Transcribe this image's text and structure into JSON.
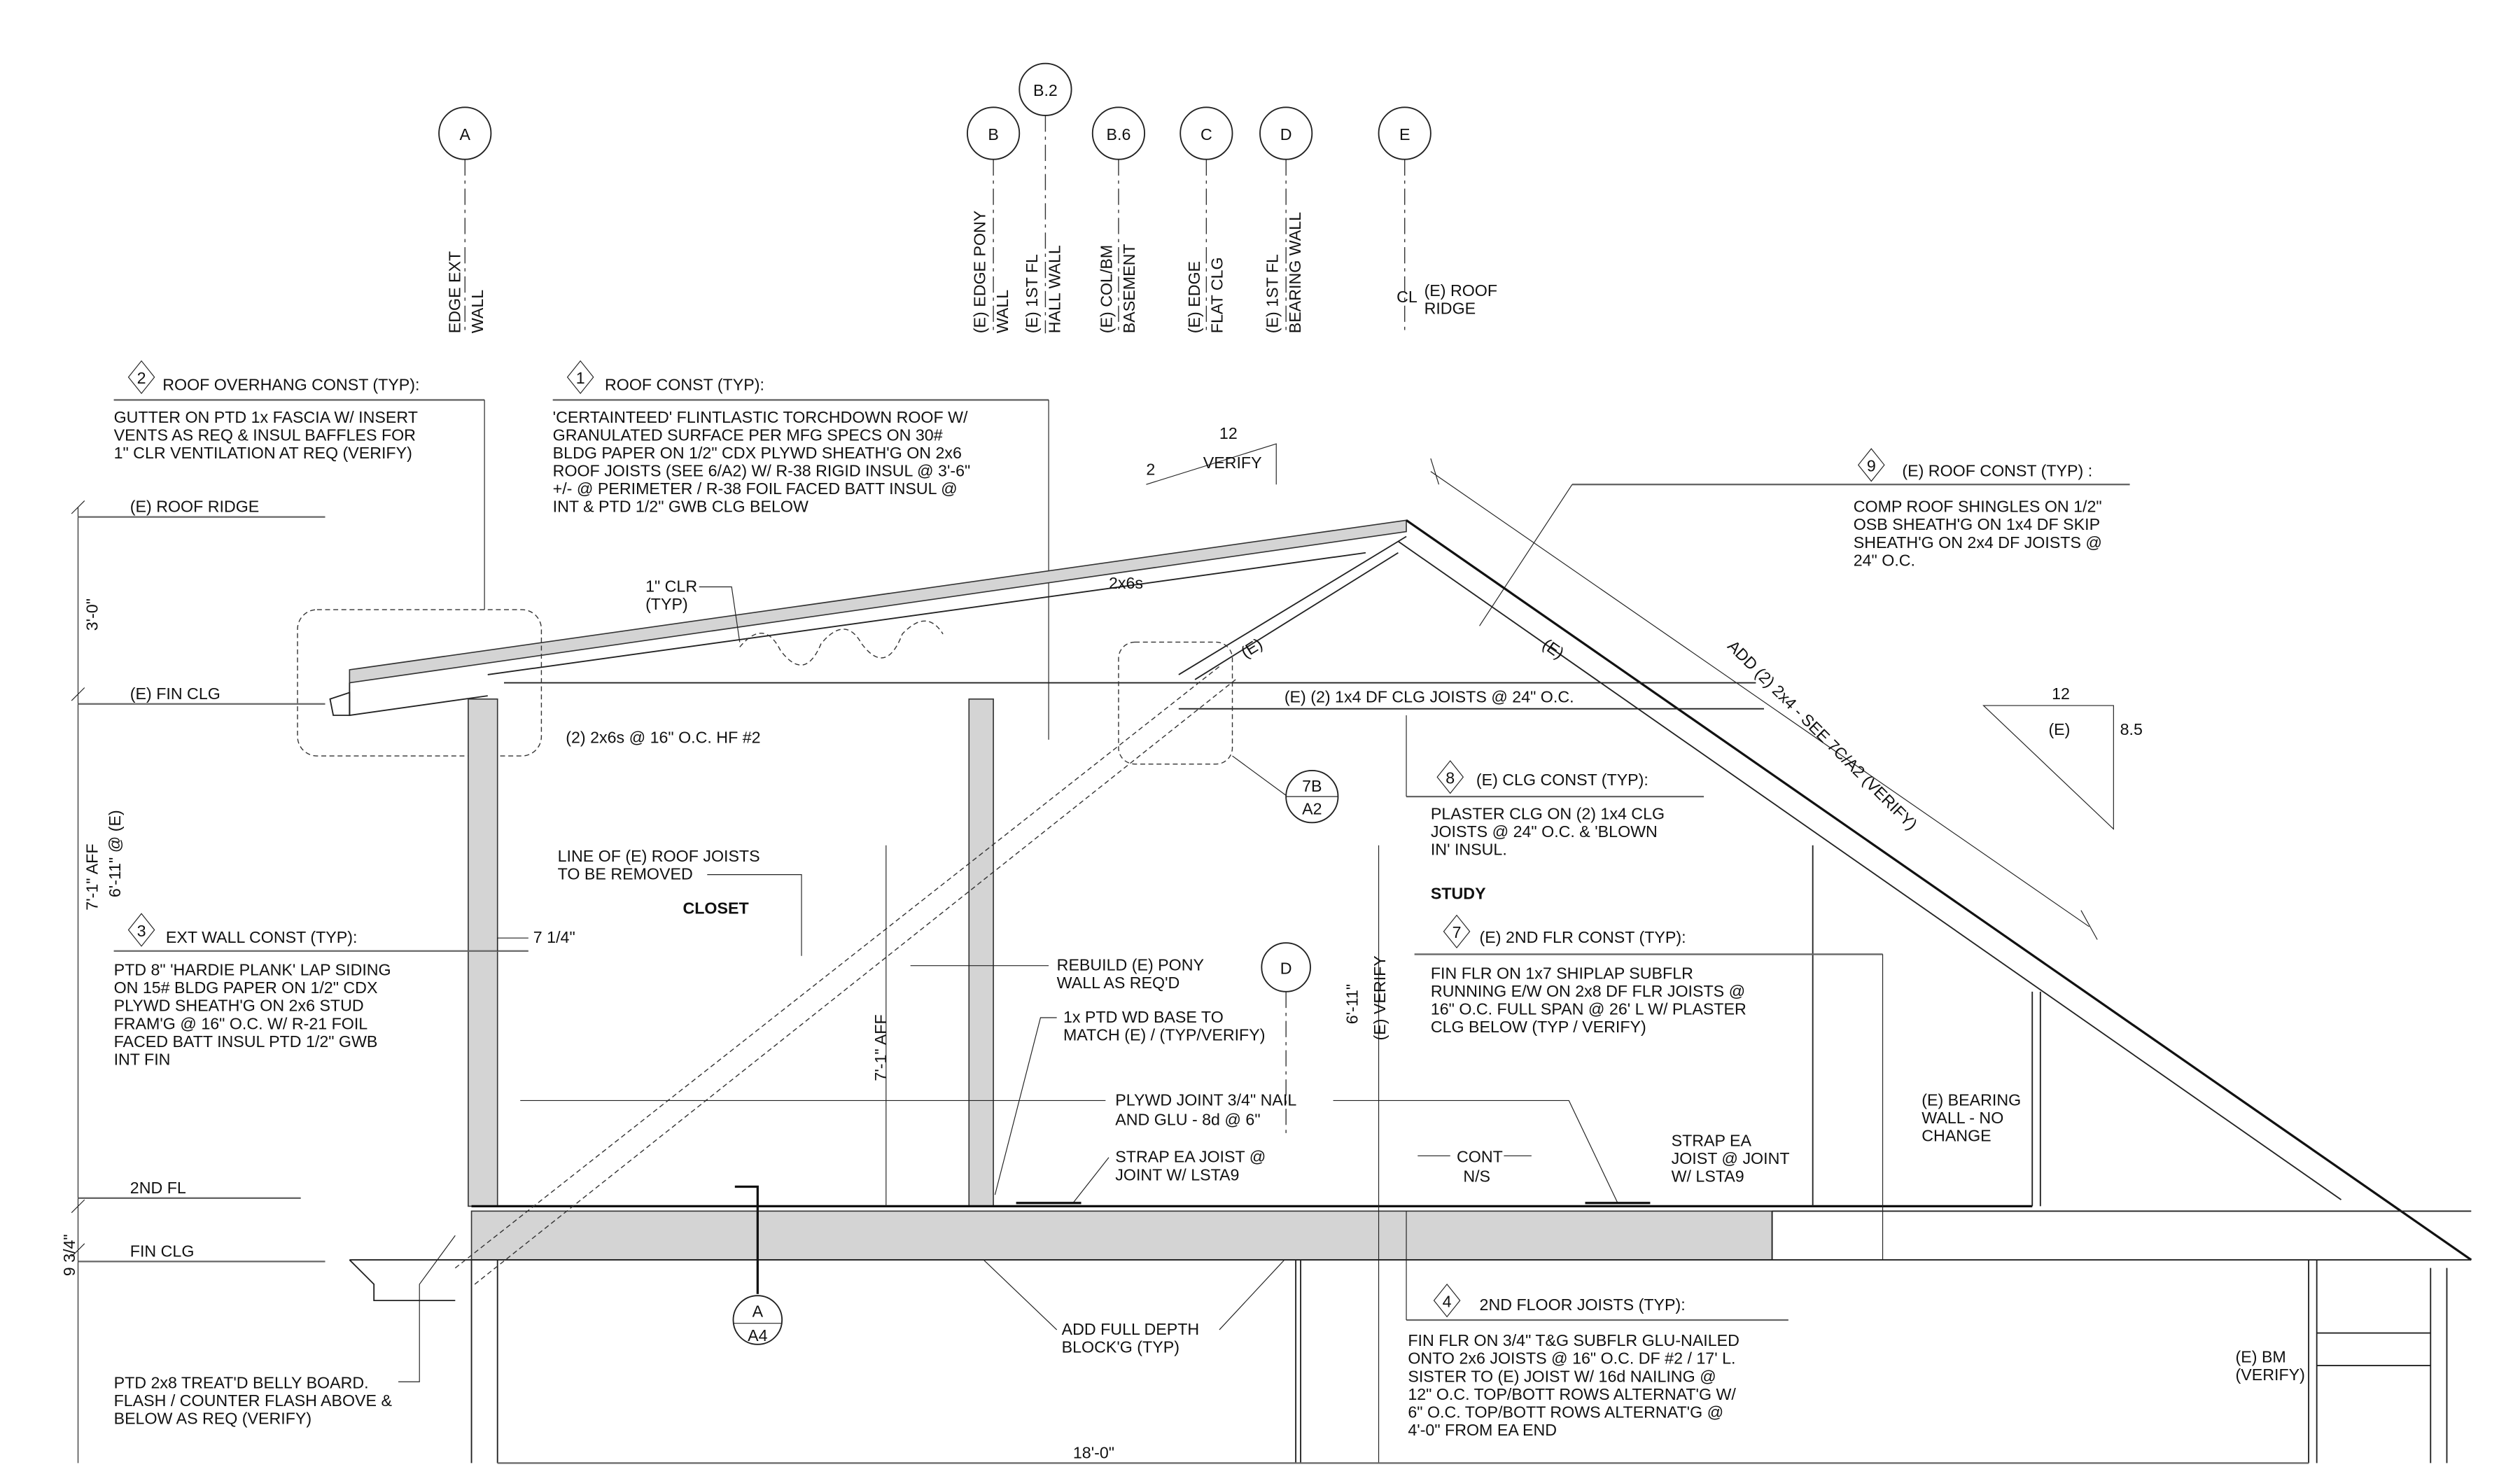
{
  "grid_bubbles": {
    "A": "A",
    "B": "B",
    "B2": "B.2",
    "B6": "B.6",
    "C": "C",
    "D": "D",
    "E": "E"
  },
  "grid_labels": {
    "A": [
      "EDGE EXT",
      "WALL"
    ],
    "B": [
      "(E) EDGE PONY",
      "WALL"
    ],
    "B2": [
      "(E) 1ST FL",
      "HALL WALL"
    ],
    "B6": [
      "(E) COL/BM",
      "BASEMENT"
    ],
    "C": [
      "(E) EDGE",
      "FLAT CLG"
    ],
    "D": [
      "(E) 1ST FL",
      "BEARING WALL"
    ],
    "E": [
      "(E) ROOF",
      "RIDGE"
    ],
    "centerline": "CL"
  },
  "notes": {
    "n2": {
      "num": "2",
      "title": "ROOF OVERHANG CONST (TYP):",
      "body": [
        "GUTTER ON PTD 1x FASCIA W/ INSERT",
        "VENTS AS REQ & INSUL BAFFLES FOR",
        "1\" CLR VENTILATION AT REQ (VERIFY)"
      ]
    },
    "n1": {
      "num": "1",
      "title": "ROOF CONST (TYP):",
      "body": [
        "'CERTAINTEED' FLINTLASTIC TORCHDOWN ROOF W/",
        "GRANULATED SURFACE PER MFG SPECS ON 30#",
        "BLDG PAPER ON 1/2\" CDX PLYWD SHEATH'G ON 2x6",
        "ROOF JOISTS (SEE 6/A2) W/ R-38 RIGID INSUL @ 3'-6\"",
        "+/- @ PERIMETER / R-38 FOIL FACED BATT INSUL @",
        "INT & PTD 1/2\" GWB CLG BELOW"
      ]
    },
    "n9": {
      "num": "9",
      "title": "(E) ROOF CONST (TYP) :",
      "body": [
        "COMP ROOF SHINGLES ON 1/2\"",
        "OSB SHEATH'G ON 1x4 DF SKIP",
        "SHEATH'G ON 2x4 DF JOISTS @",
        "24\" O.C."
      ]
    },
    "n8": {
      "num": "8",
      "title": "(E) CLG CONST (TYP):",
      "body": [
        "PLASTER CLG ON (2) 1x4 CLG",
        "JOISTS @ 24\" O.C. & 'BLOWN",
        "IN' INSUL."
      ]
    },
    "n3": {
      "num": "3",
      "title": "EXT WALL CONST (TYP):",
      "body": [
        "PTD 8\" 'HARDIE PLANK' LAP SIDING",
        "ON 15# BLDG PAPER ON 1/2\" CDX",
        "PLYWD SHEATH'G ON 2x6 STUD",
        "FRAM'G @ 16\" O.C. W/ R-21 FOIL",
        "FACED BATT INSUL PTD 1/2\" GWB",
        "INT FIN"
      ]
    },
    "n7": {
      "num": "7",
      "title": "(E) 2ND FLR CONST (TYP):",
      "body": [
        "FIN FLR ON 1x7 SHIPLAP SUBFLR",
        "RUNNING E/W ON 2x8 DF FLR JOISTS @",
        "16\" O.C. FULL SPAN @ 26' L W/ PLASTER",
        "CLG BELOW (TYP / VERIFY)"
      ]
    },
    "n4": {
      "num": "4",
      "title": "2ND FLOOR JOISTS (TYP):",
      "body": [
        "FIN FLR ON 3/4\" T&G SUBFLR GLU-NAILED",
        "ONTO 2x6 JOISTS @ 16\" O.C. DF #2 / 17' L.",
        "SISTER TO (E) JOIST W/ 16d NAILING @",
        "12\" O.C. TOP/BOTT ROWS ALTERNAT'G W/",
        "6\" O.C. TOP/BOTT ROWS ALTERNAT'G @",
        "4'-0\" FROM EA END"
      ]
    }
  },
  "slopes": {
    "new": {
      "run": "12",
      "rise": "2",
      "note": "VERIFY"
    },
    "existing": {
      "run": "12",
      "rise": "8.5",
      "note": "(E)"
    }
  },
  "levels": {
    "roof_ridge": "(E) ROOF RIDGE",
    "fin_clg_e": "(E) FIN CLG",
    "second_fl": "2ND FL",
    "fin_clg": "FIN CLG"
  },
  "dims": {
    "d1": "3'-0\"",
    "d2": "7'-1\" AFF",
    "d3": "6'-11\" @ (E)",
    "d4": "9 3/4\"",
    "wall": "7 1/4\"",
    "closet_h": "7'-1\"  AFF",
    "study_h": "6'-11\"",
    "study_h2": "(E) VERIFY",
    "span": "18'-0\""
  },
  "labels": {
    "clr": [
      "1\" CLR",
      "(TYP)"
    ],
    "rafters": "2x6s",
    "clg_joists_new": "(2) 2x6s @ 16\" O.C. HF #2",
    "clg_joists_e": "(E) (2) 1x4 DF CLG JOISTS @ 24\" O.C.",
    "e1": "(E)",
    "e2": "(E)",
    "add_2x4": "ADD (2) 2x4 - SEE 7C/A2 (VERIFY)",
    "remove": [
      "LINE OF (E) ROOF JOISTS",
      "TO BE REMOVED"
    ],
    "closet": "CLOSET",
    "study": "STUDY",
    "pony": [
      "REBUILD (E) PONY",
      "WALL AS REQ'D"
    ],
    "base": [
      "1x PTD WD BASE TO",
      "MATCH (E) / (TYP/VERIFY)"
    ],
    "plywd": [
      "PLYWD JOINT 3/4\" NAIL",
      "AND GLU - 8d @ 6\""
    ],
    "strap1": [
      "STRAP EA JOIST @",
      "JOINT W/ LSTA9"
    ],
    "cont": [
      "CONT",
      "N/S"
    ],
    "strap2": [
      "STRAP EA",
      "JOIST @ JOINT",
      "W/ LSTA9"
    ],
    "bearing": [
      "(E) BEARING",
      "WALL -  NO",
      "CHANGE"
    ],
    "blocking": [
      "ADD FULL DEPTH",
      "BLOCK'G (TYP)"
    ],
    "belly": [
      "PTD 2x8 TREAT'D BELLY BOARD.",
      "FLASH / COUNTER FLASH ABOVE &",
      "BELOW AS REQ (VERIFY)"
    ],
    "beam": [
      "(E) BM",
      "(VERIFY)"
    ]
  },
  "detail_refs": {
    "d7b": {
      "top": "7B",
      "bottom": "A2"
    },
    "sectA": {
      "top": "A",
      "bottom": "A4"
    },
    "gridD": "D"
  }
}
